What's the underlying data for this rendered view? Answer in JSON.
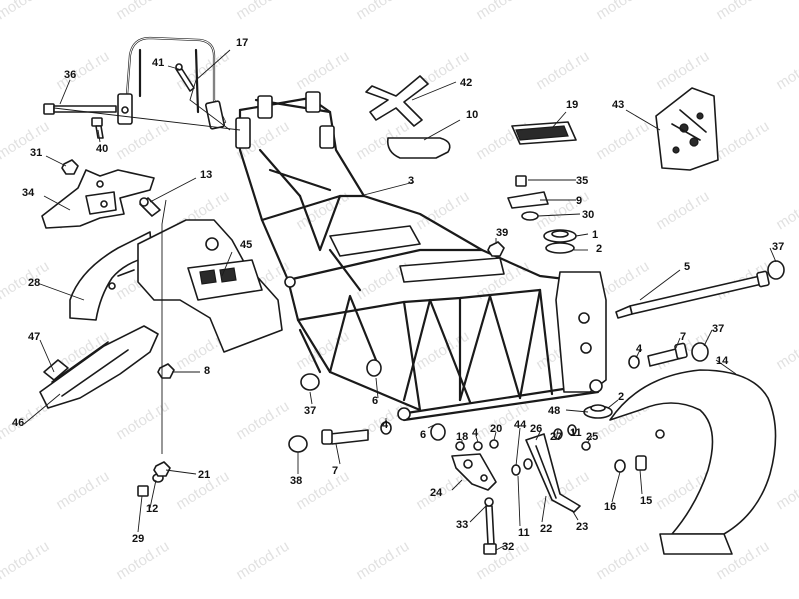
{
  "diagram": {
    "watermark": "motod.ru",
    "callouts": [
      {
        "id": "c1",
        "label": "1"
      },
      {
        "id": "c2a",
        "label": "2"
      },
      {
        "id": "c2b",
        "label": "2"
      },
      {
        "id": "c3",
        "label": "3"
      },
      {
        "id": "c4a",
        "label": "4"
      },
      {
        "id": "c4b",
        "label": "4"
      },
      {
        "id": "c4c",
        "label": "4"
      },
      {
        "id": "c5",
        "label": "5"
      },
      {
        "id": "c6a",
        "label": "6"
      },
      {
        "id": "c6b",
        "label": "6"
      },
      {
        "id": "c7a",
        "label": "7"
      },
      {
        "id": "c7b",
        "label": "7"
      },
      {
        "id": "c8",
        "label": "8"
      },
      {
        "id": "c9",
        "label": "9"
      },
      {
        "id": "c10",
        "label": "10"
      },
      {
        "id": "c11a",
        "label": "11"
      },
      {
        "id": "c11b",
        "label": "11"
      },
      {
        "id": "c12",
        "label": "12"
      },
      {
        "id": "c13",
        "label": "13"
      },
      {
        "id": "c14",
        "label": "14"
      },
      {
        "id": "c15",
        "label": "15"
      },
      {
        "id": "c16",
        "label": "16"
      },
      {
        "id": "c17",
        "label": "17"
      },
      {
        "id": "c18",
        "label": "18"
      },
      {
        "id": "c19",
        "label": "19"
      },
      {
        "id": "c20",
        "label": "20"
      },
      {
        "id": "c21",
        "label": "21"
      },
      {
        "id": "c22",
        "label": "22"
      },
      {
        "id": "c23",
        "label": "23"
      },
      {
        "id": "c24",
        "label": "24"
      },
      {
        "id": "c25",
        "label": "25"
      },
      {
        "id": "c26",
        "label": "26"
      },
      {
        "id": "c27",
        "label": "27"
      },
      {
        "id": "c28",
        "label": "28"
      },
      {
        "id": "c29",
        "label": "29"
      },
      {
        "id": "c30",
        "label": "30"
      },
      {
        "id": "c31",
        "label": "31"
      },
      {
        "id": "c32",
        "label": "32"
      },
      {
        "id": "c33",
        "label": "33"
      },
      {
        "id": "c34",
        "label": "34"
      },
      {
        "id": "c35",
        "label": "35"
      },
      {
        "id": "c36",
        "label": "36"
      },
      {
        "id": "c37a",
        "label": "37"
      },
      {
        "id": "c37b",
        "label": "37"
      },
      {
        "id": "c37c",
        "label": "37"
      },
      {
        "id": "c38",
        "label": "38"
      },
      {
        "id": "c39",
        "label": "39"
      },
      {
        "id": "c40",
        "label": "40"
      },
      {
        "id": "c41",
        "label": "41"
      },
      {
        "id": "c42",
        "label": "42"
      },
      {
        "id": "c43",
        "label": "43"
      },
      {
        "id": "c44",
        "label": "44"
      },
      {
        "id": "c45",
        "label": "45"
      },
      {
        "id": "c46",
        "label": "46"
      },
      {
        "id": "c47",
        "label": "47"
      },
      {
        "id": "c48",
        "label": "48"
      }
    ]
  }
}
